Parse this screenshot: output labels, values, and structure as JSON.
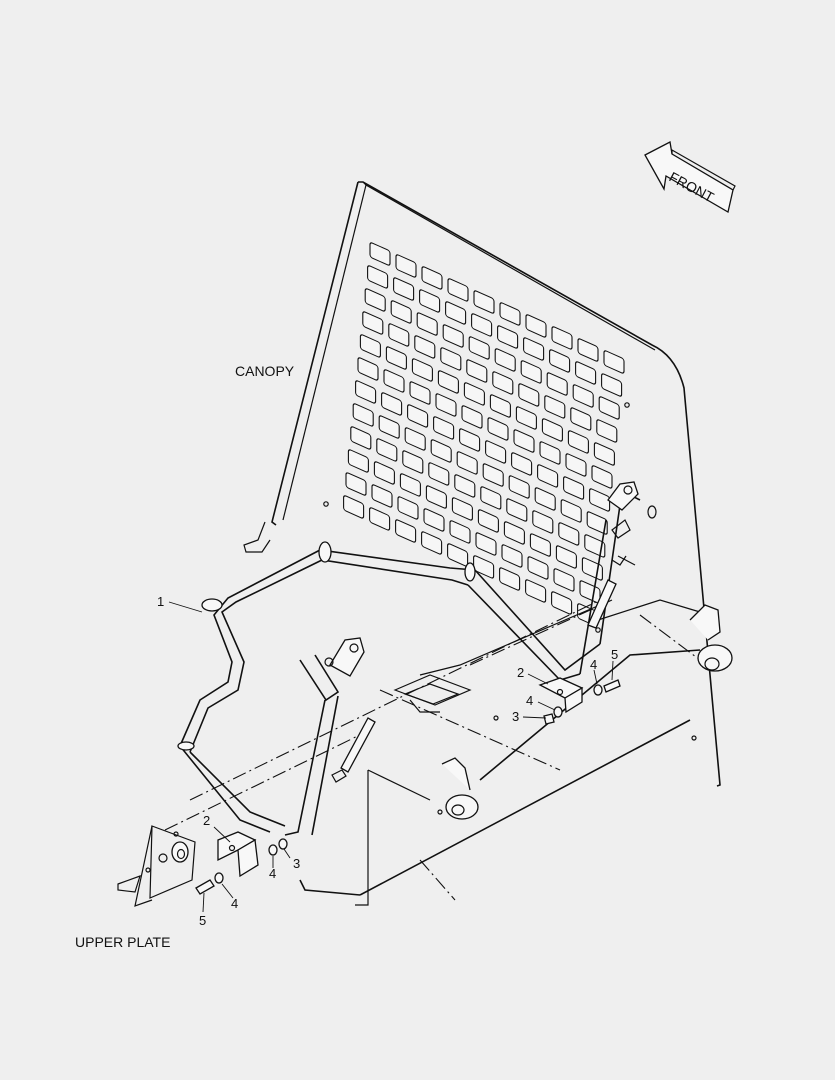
{
  "labels": {
    "canopy": "CANOPY",
    "upper_plate": "UPPER PLATE",
    "front": "FRONT"
  },
  "callouts": {
    "bar": "1",
    "bracket_right": "2",
    "washer_right": "4",
    "bolt_right": "5",
    "washer_right_lower": "4",
    "nut_right": "3",
    "bracket_left": "2",
    "washer_left": "4",
    "nut_left": "3",
    "washer_left_lower": "4",
    "bolt_left": "5"
  }
}
